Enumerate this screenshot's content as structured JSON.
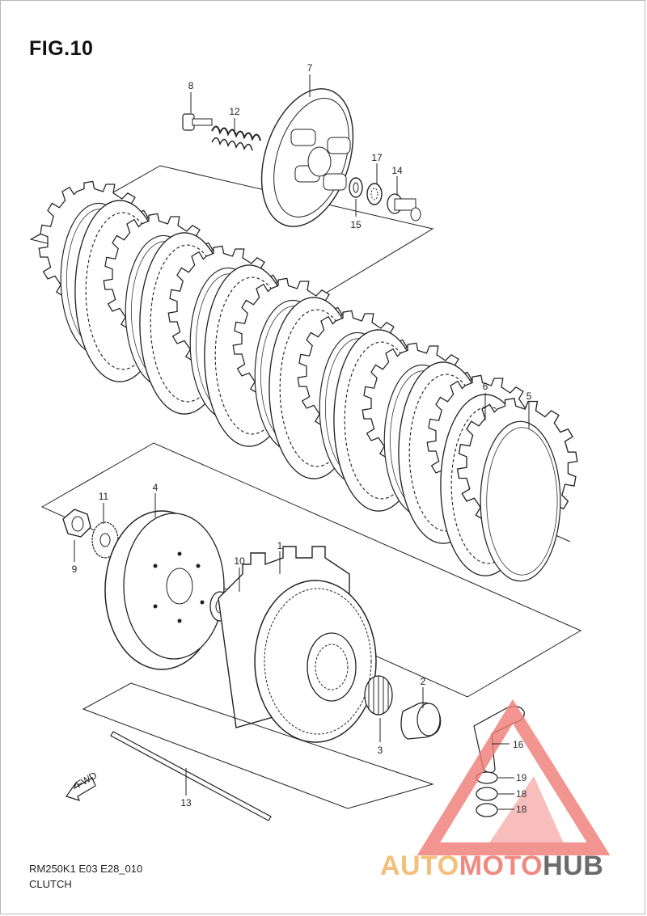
{
  "figure": {
    "title": "FIG.10",
    "model_code": "RM250K1 E03 E28_010",
    "caption": "CLUTCH"
  },
  "direction_marker": "FWD",
  "part_refs": [
    "1",
    "2",
    "3",
    "4",
    "5",
    "6",
    "7",
    "8",
    "9",
    "10",
    "11",
    "12",
    "13",
    "14",
    "15",
    "16",
    "17",
    "18",
    "18",
    "19"
  ],
  "watermark": {
    "part1": "AUTO",
    "part2": "MOTO",
    "part3": "HUB",
    "colors": {
      "auto": "#f2c07a",
      "moto": "#f08a80",
      "hub": "#6b6b6b",
      "triangle": "#f07a74"
    }
  }
}
